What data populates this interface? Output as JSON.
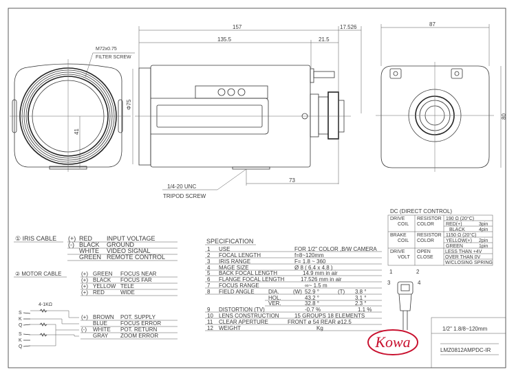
{
  "front_view": {
    "filter_line1": "M72x0.75",
    "filter_line2": "FILTER SCREW",
    "dim_diameter": "Φ75",
    "dim_center": "41"
  },
  "side_view": {
    "dim_overall": "157",
    "dim_body": "135.5",
    "dim_mount": "21.5",
    "dim_flange": "17.526",
    "dim_tripod": "73",
    "tripod_line1": "1/4-20 UNC",
    "tripod_line2": "TRIPOD SCREW"
  },
  "rear_view": {
    "dim_width": "87",
    "dim_height": "80"
  },
  "iris_cable": {
    "title": "① IRIS CABLE",
    "rows": [
      {
        "pol": "(+)",
        "color": "RED",
        "func": "INPUT VOLTAGE"
      },
      {
        "pol": "(-)",
        "color": "BLACK",
        "func": "GROUND"
      },
      {
        "pol": "",
        "color": "WHITE",
        "func": "VIDEO SIGNAL"
      },
      {
        "pol": "",
        "color": "GREEN",
        "func": "REMOTE CONTROL"
      }
    ]
  },
  "motor_cable": {
    "title": "② MOTOR CABLE",
    "rows": [
      {
        "pol": "(+)",
        "color": "GREEN",
        "func": "FOCUS NEAR"
      },
      {
        "pol": "(+)",
        "color": "BLACK",
        "func": "FOCUS FAR"
      },
      {
        "pol": "(+)",
        "color": "YELLOW",
        "func": "TELE"
      },
      {
        "pol": "(+)",
        "color": "RED",
        "func": "WIDE"
      }
    ]
  },
  "pot": {
    "resistor": "4-1KΩ",
    "pins": [
      "S",
      "K",
      "Q"
    ],
    "rows": [
      {
        "pol": "(+)",
        "color": "BROWN",
        "func": "POT. SUPPLY"
      },
      {
        "pol": "",
        "color": "BLUE",
        "func": "FOCUS ERROR"
      },
      {
        "pol": "(-)",
        "color": "WHITE",
        "func": "POT. RETURN"
      },
      {
        "pol": "",
        "color": "GRAY",
        "func": "ZOOM ERROR"
      }
    ]
  },
  "spec": {
    "title": "SPECIFICATION",
    "rows": [
      {
        "no": "1",
        "label": "USE",
        "value": "FOR 1/2\" COLOR ,B/W CAMERA"
      },
      {
        "no": "2",
        "label": "FOCAL LENGTH",
        "value": "f=8~120mm"
      },
      {
        "no": "3",
        "label": "IRIS RANGE",
        "value": "F= 1.8 ~ 360"
      },
      {
        "no": "4",
        "label": "MAGE SIZE",
        "value": "Ø 8  ( 6.4 x 4.8 )"
      },
      {
        "no": "5",
        "label": "BACK FOCAL LENGTH",
        "value": "14.9     mm  in air"
      },
      {
        "no": "6",
        "label": "FLANGE FOCAL LENGTH",
        "value": "17.526    mm  in air"
      },
      {
        "no": "7",
        "label": "FOCUS RANGE",
        "value": "∞~ 1.5  m"
      },
      {
        "no": "9",
        "label": "DISTORTION  (TV)",
        "value": "-0.7 %",
        "value2": "1.1  %"
      },
      {
        "no": "10",
        "label": "LENS CONSTRUCTION",
        "value": "15  GROUPS   18 ELEMENTS"
      },
      {
        "no": "11",
        "label": "CLEAR APERTURE",
        "value": "FRONT  ø 54    REAR  ø12.5"
      },
      {
        "no": "12",
        "label": "WEIGHT",
        "value": "Kg"
      }
    ],
    "field_angle": {
      "no": "8",
      "label": "FIELD ANGLE",
      "wide": "(W)",
      "tele": "(T)",
      "rows": [
        {
          "axis": "DIA.",
          "w": "52.9 °",
          "t": "3.8 °"
        },
        {
          "axis": "HOL.",
          "w": "43.2 °",
          "t": "3.1 °"
        },
        {
          "axis": "VER.",
          "w": "32.8 °",
          "t": "2.3 °"
        }
      ]
    }
  },
  "dc": {
    "title": "DC  (DIRECT CONTROL)",
    "drive_coil": {
      "name1": "DRIVE",
      "name2": "COIL",
      "k1": "RESISTOR",
      "k2": "COLOR",
      "resistor": "190 Ω  (20°C)",
      "c1": "RED(+)",
      "p1": "3pin",
      "c2": "BLACK",
      "p2": "4pin"
    },
    "brake_coil": {
      "name1": "BRAKE",
      "name2": "COIL",
      "k1": "RESISTOR",
      "k2": "COLOR",
      "resistor": "1150 Ω (20°C)",
      "c1": "YELLOW(+)",
      "p1": "2pin",
      "c2": "GREEN",
      "p2": "1pin"
    },
    "drive_volt": {
      "name1": "DRIVE",
      "name2": "VOLT",
      "k1": "OPEN",
      "k2": "CLOSE",
      "v1": "LESS THAN +4V",
      "v2": "OVER THAN 0V",
      "v3": "W/CLOSING SPRING"
    }
  },
  "connector": {
    "pins": [
      "1",
      "2",
      "3",
      "4"
    ]
  },
  "logo": {
    "text": "Kowa",
    "color": "#c8102e"
  },
  "title_block": {
    "spec": "1/2\"  1.8/8~120mm",
    "model": "LMZ0812AMPDC-IR"
  }
}
